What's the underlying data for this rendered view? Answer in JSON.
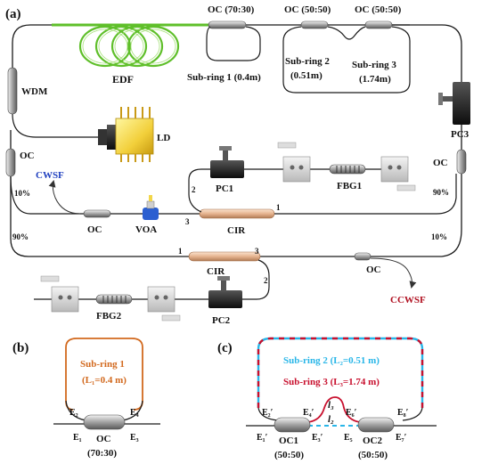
{
  "panel_a": {
    "label": "(a)",
    "oc_top_main": "OC (70:30)",
    "oc_top_sub2": "OC (50:50)",
    "oc_top_sub3": "OC (50:50)",
    "edf": "EDF",
    "subring1": "Sub-ring 1 (0.4m)",
    "subring2_line1": "Sub-ring 2",
    "subring2_line2": "(0.51m)",
    "subring3_line1": "Sub-ring 3",
    "subring3_line2": "(1.74m)",
    "wdm": "WDM",
    "ld": "LD",
    "pc3": "PC3",
    "oc_left": "OC",
    "cwsf": "CWSF",
    "pct10_left": "10%",
    "pct90_left": "90%",
    "pc1": "PC1",
    "fbg1": "FBG1",
    "oc_right": "OC",
    "pct90_right": "90%",
    "pct10_right": "10%",
    "oc_mid": "OC",
    "voa": "VOA",
    "cir1": "CIR",
    "cir1_port1": "1",
    "cir1_port2": "2",
    "cir1_port3": "3",
    "cir2": "CIR",
    "cir2_port1": "1",
    "cir2_port2": "2",
    "cir2_port3": "3",
    "oc_bottom": "OC",
    "ccwsf": "CCWSF",
    "fbg2": "FBG2",
    "pc2": "PC2"
  },
  "panel_b": {
    "label": "(b)",
    "title_line1": "Sub-ring 1",
    "title_line2": "(L₁=0.4 m)",
    "e1": "E₁",
    "e2": "E₂",
    "e3": "E₃",
    "e4": "E₄",
    "oc": "OC",
    "ratio": "(70:30)"
  },
  "panel_c": {
    "label": "(c)",
    "sub2": "Sub-ring 2 (L₂=0.51 m)",
    "sub3": "Sub-ring 3 (L₃=1.74 m)",
    "e1p": "E₁′",
    "e2p": "E₂′",
    "e3p": "E₃′",
    "e4p": "E₄′",
    "e5": "E₅",
    "e6p": "E₆′",
    "e7p": "E₇′",
    "e8p": "E₈′",
    "l2": "l₂",
    "l3": "l₃",
    "oc1": "OC1",
    "oc2": "OC2",
    "ratio1": "(50:50)",
    "ratio2": "(50:50)"
  },
  "colors": {
    "fiber": "#1a1a1a",
    "edf": "#5fbf2a",
    "subring1": "#d2691e",
    "subring2": "#29b6e8",
    "subring3": "#c8102e",
    "cwsf": "#1f3fbf",
    "ccwsf": "#b01020"
  }
}
